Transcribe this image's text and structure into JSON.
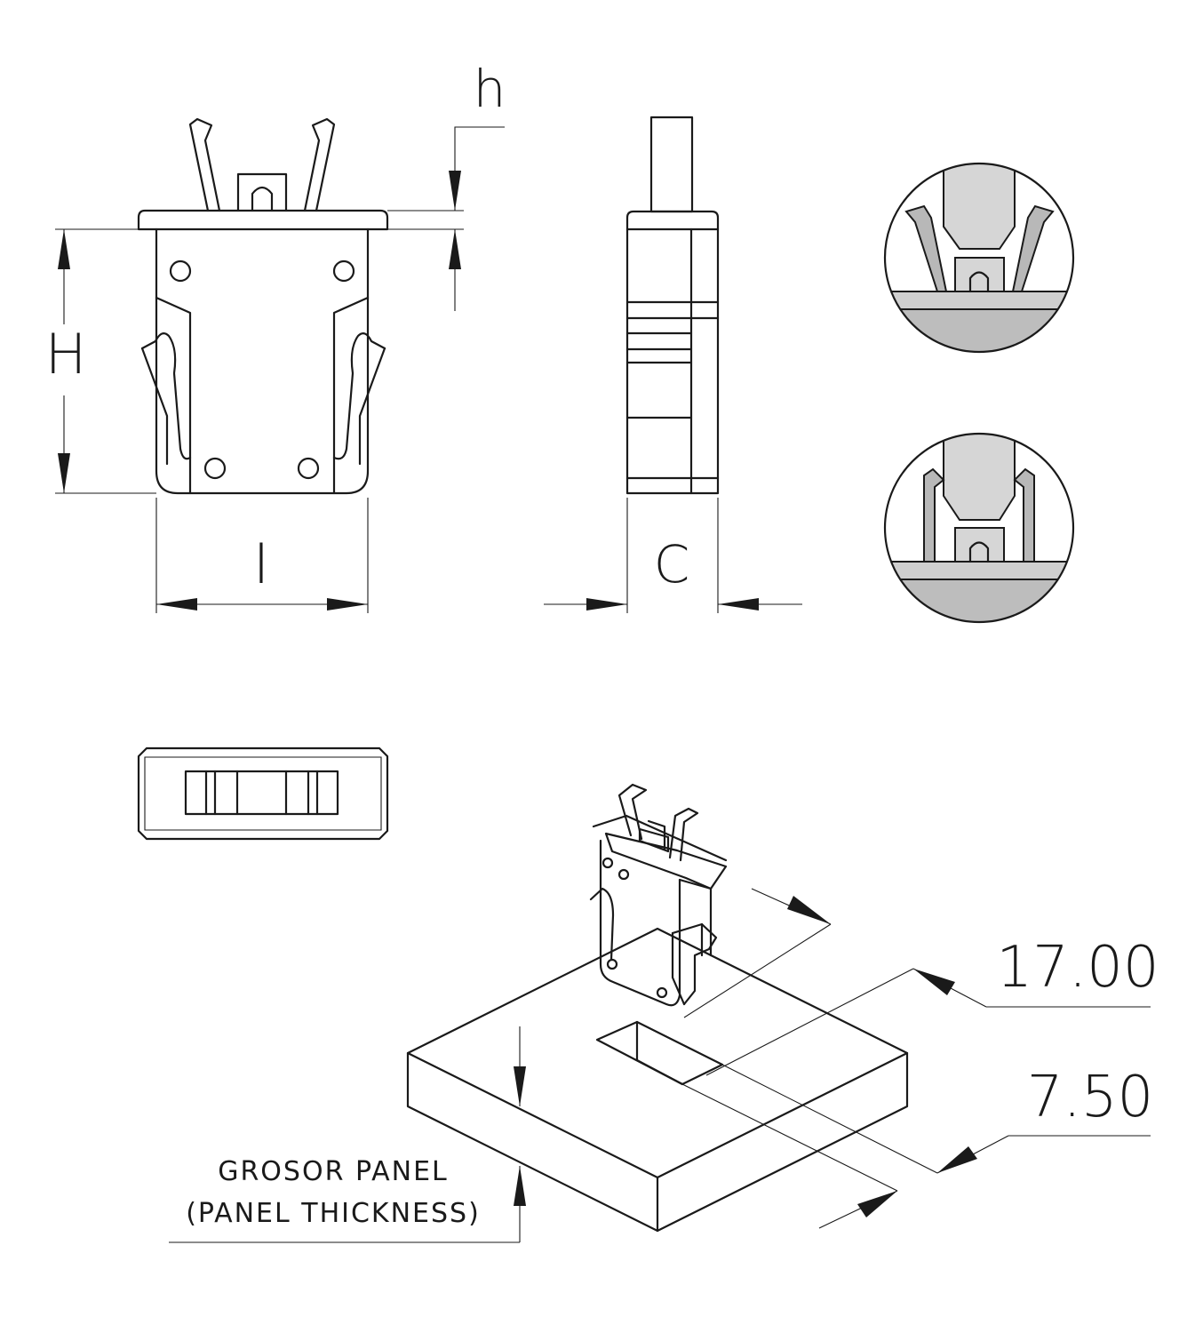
{
  "labels": {
    "h": "h",
    "H": "H",
    "I": "I",
    "C": "C",
    "dim_width": "17.00",
    "dim_depth": "7.50",
    "panel_note_line1": "GROSOR PANEL",
    "panel_note_line2": "(PANEL THICKNESS)"
  },
  "colors": {
    "line": "#1a1a1a",
    "fill_light": "#d6d6d6",
    "fill_dark": "#b8b8b8"
  }
}
